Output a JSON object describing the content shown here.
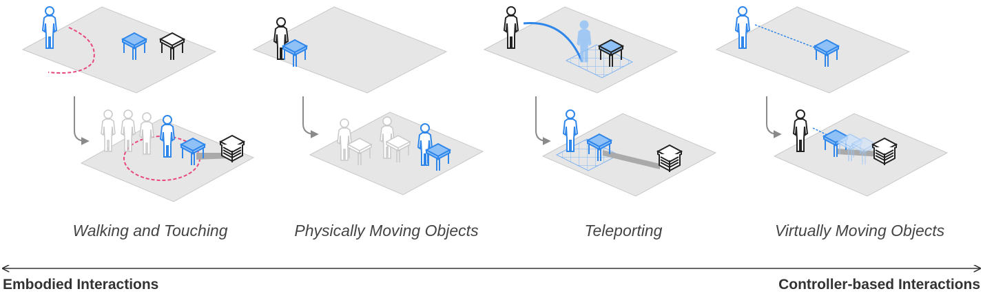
{
  "captions": [
    "Walking and Touching",
    "Physically Moving Objects",
    "Teleporting",
    "Virtually Moving Objects"
  ],
  "spectrum": {
    "left": "Embodied Interactions",
    "right": "Controller-based Interactions"
  },
  "colors": {
    "floor": "#e6e6e6",
    "floor_edge": "#c8c8c8",
    "accent_blue": "#2f86ea",
    "pink": "#e8467c",
    "dark": "#222222",
    "ghost": "#c0c0c0",
    "arrow": "#8a8a8a"
  }
}
